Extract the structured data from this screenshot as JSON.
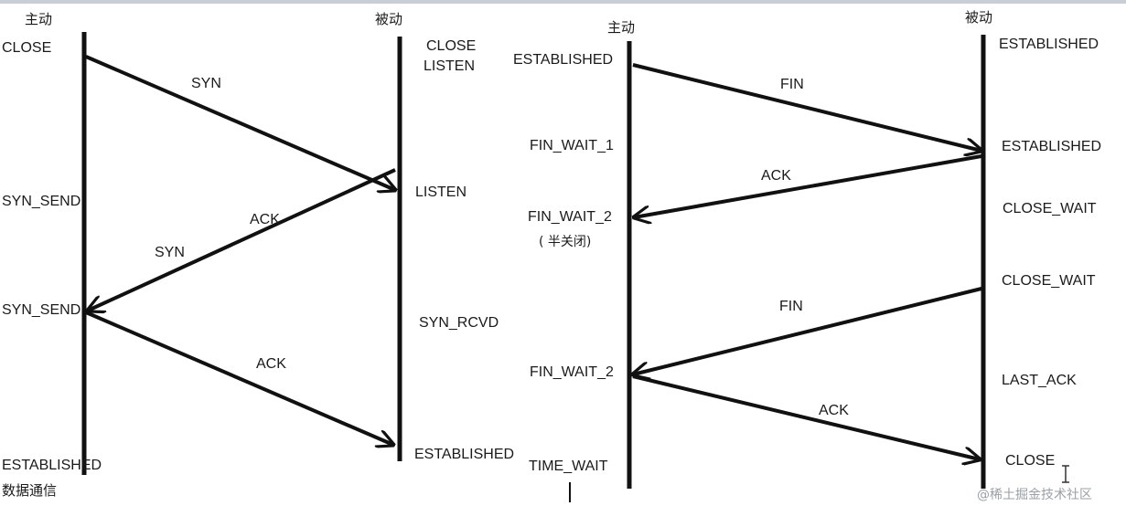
{
  "left": {
    "active_header": "主动",
    "passive_header": "被动",
    "active_states": [
      "CLOSE",
      "SYN_SEND",
      "SYN_SEND",
      "ESTABLISHED",
      "数据通信"
    ],
    "passive_states": [
      "CLOSE",
      "LISTEN",
      "LISTEN",
      "SYN_RCVD",
      "ESTABLISHED"
    ],
    "messages": [
      "SYN",
      "ACK",
      "SYN",
      "ACK"
    ]
  },
  "right": {
    "active_header": "主动",
    "passive_header": "被动",
    "active_states": [
      "ESTABLISHED",
      "FIN_WAIT_1",
      "FIN_WAIT_2",
      "( 半关闭)",
      "FIN_WAIT_2",
      "TIME_WAIT"
    ],
    "passive_states": [
      "ESTABLISHED",
      "ESTABLISHED",
      "CLOSE_WAIT",
      "CLOSE_WAIT",
      "LAST_ACK",
      "CLOSE"
    ],
    "messages": [
      "FIN",
      "ACK",
      "FIN",
      "ACK"
    ]
  },
  "watermark": "@稀土掘金技术社区"
}
